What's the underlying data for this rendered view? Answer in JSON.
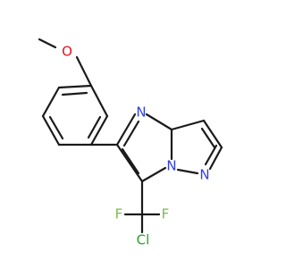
{
  "molecule": {
    "atoms": {
      "o_methoxy": {
        "symbol": "O",
        "color": "#e8121b"
      },
      "n_pyrimidine": {
        "symbol": "N",
        "color": "#2f3fe0"
      },
      "n_bridge": {
        "symbol": "N",
        "color": "#2f3fe0"
      },
      "n_pyrazole": {
        "symbol": "N",
        "color": "#2f3fe0"
      },
      "f_left": {
        "symbol": "F",
        "color": "#7fb84a"
      },
      "f_right": {
        "symbol": "F",
        "color": "#7fb84a"
      },
      "cl": {
        "symbol": "Cl",
        "color": "#27a327"
      }
    },
    "bond_color": "#1a1a1a"
  }
}
